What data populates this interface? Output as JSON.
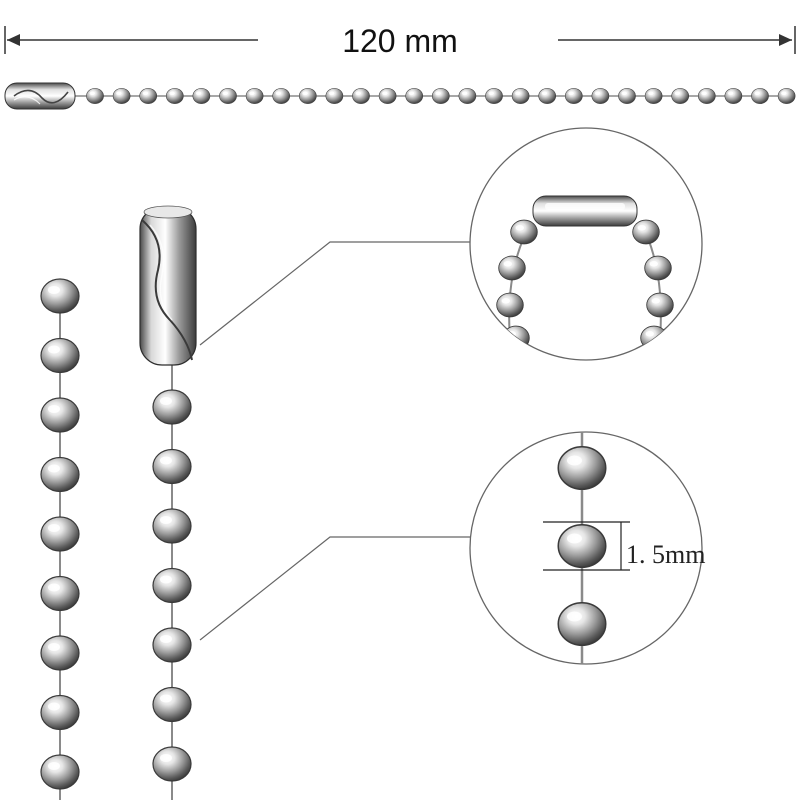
{
  "dimensions": {
    "chain_length_label": "120 mm",
    "ball_diameter_label": "1. 5mm"
  },
  "colors": {
    "background": "#ffffff",
    "metal_light": "#f4f4f4",
    "metal_mid": "#9a9a9a",
    "metal_dark": "#3a3a3a",
    "line": "#555555"
  },
  "components": {
    "connector": "ball-chain-connector-clasp",
    "ball": "stainless-steel-ball-bead"
  }
}
